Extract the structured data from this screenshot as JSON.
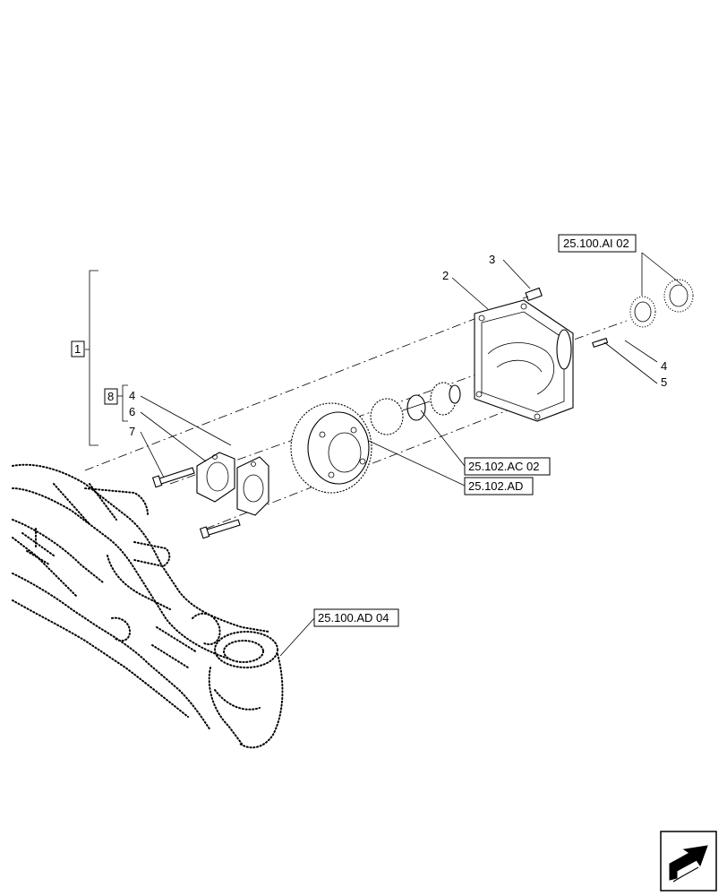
{
  "callouts": {
    "c1": "1",
    "c2": "2",
    "c3": "3",
    "c4a": "4",
    "c4b": "4",
    "c5": "5",
    "c6": "6",
    "c7": "7",
    "c8": "8"
  },
  "references": {
    "ai02": "25.100.AI 02",
    "ac02": "25.102.AC 02",
    "ad": "25.102.AD",
    "ad04": "25.100.AD 04"
  },
  "icons": {
    "navigation": "arrow-icon"
  }
}
